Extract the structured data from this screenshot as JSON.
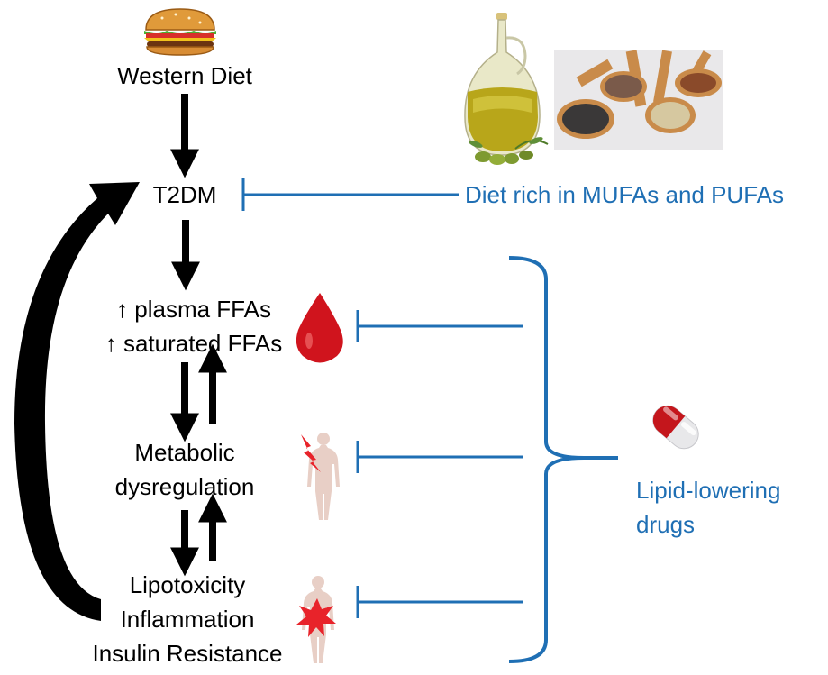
{
  "nodes": {
    "western_diet": "Western Diet",
    "t2dm": "T2DM",
    "plasma_ffas": "↑ plasma FFAs",
    "saturated_ffas": "↑ saturated FFAs",
    "metabolic": "Metabolic",
    "dysregulation": "dysregulation",
    "lipotoxicity": "Lipotoxicity",
    "inflammation": "Inflammation",
    "insulin_resistance": "Insulin Resistance"
  },
  "interventions": {
    "diet": "Diet rich  in MUFAs and PUFAs",
    "drugs_line1": "Lipid-lowering",
    "drugs_line2": "drugs"
  },
  "icons": {
    "burger": "burger-icon",
    "olive_oil": "olive-oil-bottle-icon",
    "seeds": "seed-spoons-photo",
    "blood_drop": "blood-drop-icon",
    "body_metabolic": "human-body-lightning-icon",
    "body_inflammation": "human-body-burst-icon",
    "pill": "capsule-pill-icon"
  },
  "colors": {
    "arrow": "#000000",
    "inhibit": "#1f6fb4",
    "blood": "#d0141d",
    "skin": "#e8cfc6",
    "burst": "#e8232a"
  }
}
